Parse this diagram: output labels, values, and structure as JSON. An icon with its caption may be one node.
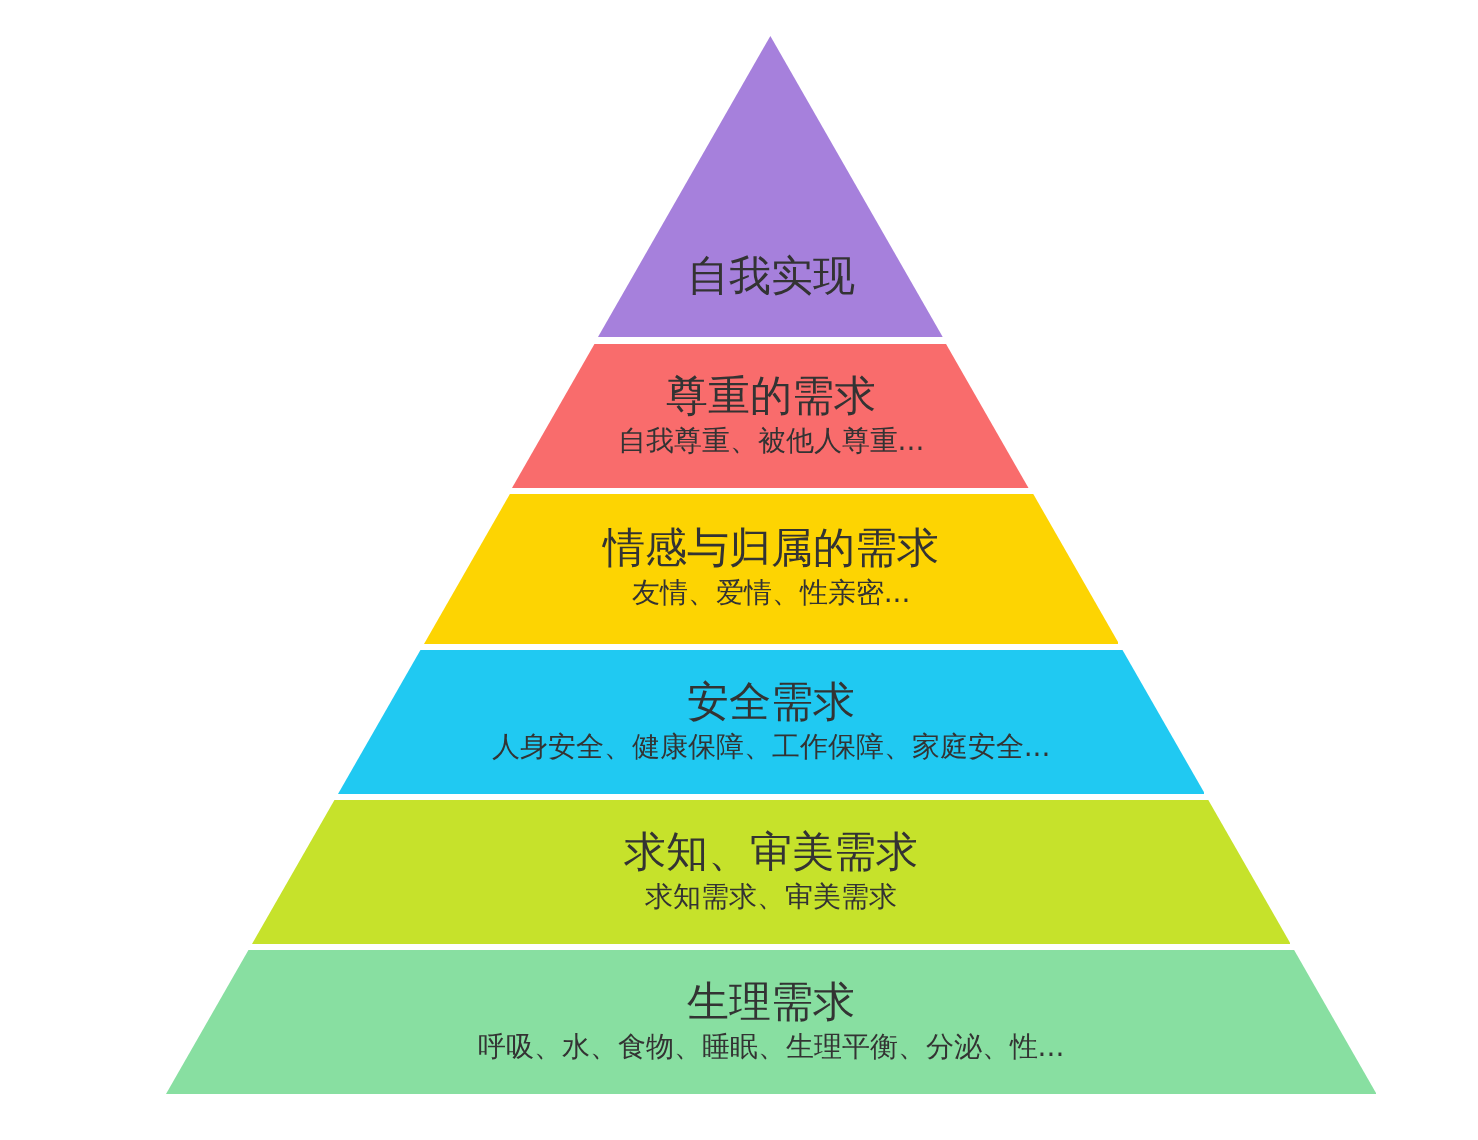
{
  "diagram": {
    "nodes": [
      {
        "text": [
          "自我实现"
        ]
      },
      {
        "text": [
          "尊重的需求",
          "自我尊重、被他人尊重..."
        ]
      },
      {
        "text": [
          "情感与归属的需求",
          "友情、爱情、性亲密..."
        ]
      },
      {
        "text": [
          "安全需求",
          "人身安全、健康保障、工作保障、家庭安全..."
        ]
      },
      {
        "text": [
          "求知、审美需求",
          "求知需求、审美需求"
        ]
      },
      {
        "text": [
          "生理需求",
          "呼吸、水、食物、睡眠、生理平衡、分泌、性..."
        ]
      }
    ]
  }
}
